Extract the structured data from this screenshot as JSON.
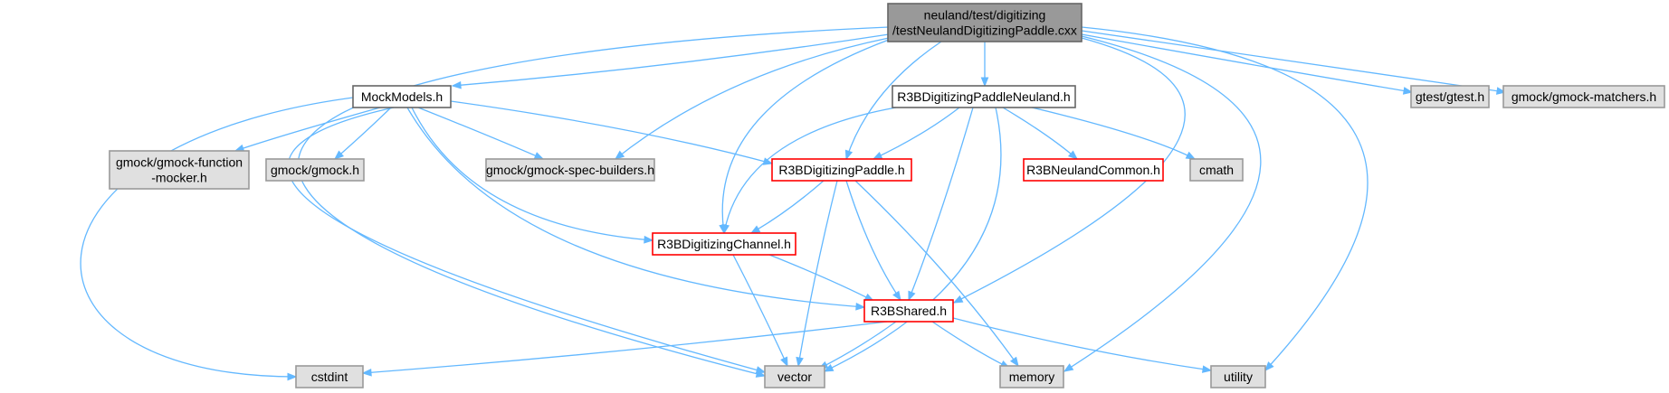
{
  "colors": {
    "root_fill": "#999999",
    "root_stroke": "#666666",
    "normal_fill": "#ffffff",
    "normal_stroke": "#666666",
    "red_fill": "#ffffff",
    "red_stroke": "#ff0000",
    "external_fill": "#e0e0e0",
    "external_stroke": "#999999",
    "edge": "#63b8ff"
  },
  "nodes": [
    {
      "id": "root",
      "lines": [
        "neuland/test/digitizing",
        "/testNeulandDigitizingPaddle.cxx"
      ],
      "style": "root"
    },
    {
      "id": "mockmodels",
      "lines": [
        "MockModels.h"
      ],
      "style": "normal"
    },
    {
      "id": "paddleneuland",
      "lines": [
        "R3BDigitizingPaddleNeuland.h"
      ],
      "style": "normal"
    },
    {
      "id": "gtest",
      "lines": [
        "gtest/gtest.h"
      ],
      "style": "external"
    },
    {
      "id": "gmockmatchers",
      "lines": [
        "gmock/gmock-matchers.h"
      ],
      "style": "external"
    },
    {
      "id": "gmockfunction",
      "lines": [
        "gmock/gmock-function",
        "-mocker.h"
      ],
      "style": "external"
    },
    {
      "id": "gmock",
      "lines": [
        "gmock/gmock.h"
      ],
      "style": "external"
    },
    {
      "id": "gmockspec",
      "lines": [
        "gmock/gmock-spec-builders.h"
      ],
      "style": "external"
    },
    {
      "id": "paddle",
      "lines": [
        "R3BDigitizingPaddle.h"
      ],
      "style": "red"
    },
    {
      "id": "neulandcommon",
      "lines": [
        "R3BNeulandCommon.h"
      ],
      "style": "red"
    },
    {
      "id": "cmath",
      "lines": [
        "cmath"
      ],
      "style": "external"
    },
    {
      "id": "channel",
      "lines": [
        "R3BDigitizingChannel.h"
      ],
      "style": "red"
    },
    {
      "id": "shared",
      "lines": [
        "R3BShared.h"
      ],
      "style": "red"
    },
    {
      "id": "cstdint",
      "lines": [
        "cstdint"
      ],
      "style": "external"
    },
    {
      "id": "vector",
      "lines": [
        "vector"
      ],
      "style": "external"
    },
    {
      "id": "memory",
      "lines": [
        "memory"
      ],
      "style": "external"
    },
    {
      "id": "utility",
      "lines": [
        "utility"
      ],
      "style": "external"
    }
  ],
  "edges": [
    {
      "from": "root",
      "to": "mockmodels"
    },
    {
      "from": "root",
      "to": "paddleneuland"
    },
    {
      "from": "root",
      "to": "gtest"
    },
    {
      "from": "root",
      "to": "gmockmatchers"
    },
    {
      "from": "root",
      "to": "gmockspec"
    },
    {
      "from": "root",
      "to": "paddle"
    },
    {
      "from": "root",
      "to": "channel"
    },
    {
      "from": "root",
      "to": "shared"
    },
    {
      "from": "root",
      "to": "vector"
    },
    {
      "from": "root",
      "to": "memory"
    },
    {
      "from": "root",
      "to": "utility"
    },
    {
      "from": "mockmodels",
      "to": "gmockfunction"
    },
    {
      "from": "mockmodels",
      "to": "gmock"
    },
    {
      "from": "mockmodels",
      "to": "gmockspec"
    },
    {
      "from": "mockmodels",
      "to": "paddle"
    },
    {
      "from": "mockmodels",
      "to": "channel"
    },
    {
      "from": "mockmodels",
      "to": "shared"
    },
    {
      "from": "mockmodels",
      "to": "vector"
    },
    {
      "from": "mockmodels",
      "to": "cstdint"
    },
    {
      "from": "paddleneuland",
      "to": "paddle"
    },
    {
      "from": "paddleneuland",
      "to": "channel"
    },
    {
      "from": "paddleneuland",
      "to": "neulandcommon"
    },
    {
      "from": "paddleneuland",
      "to": "cmath"
    },
    {
      "from": "paddleneuland",
      "to": "shared"
    },
    {
      "from": "paddleneuland",
      "to": "vector"
    },
    {
      "from": "paddle",
      "to": "channel"
    },
    {
      "from": "paddle",
      "to": "shared"
    },
    {
      "from": "paddle",
      "to": "vector"
    },
    {
      "from": "paddle",
      "to": "memory"
    },
    {
      "from": "channel",
      "to": "shared"
    },
    {
      "from": "channel",
      "to": "vector"
    },
    {
      "from": "shared",
      "to": "cstdint"
    },
    {
      "from": "shared",
      "to": "vector"
    },
    {
      "from": "shared",
      "to": "memory"
    },
    {
      "from": "shared",
      "to": "utility"
    }
  ]
}
